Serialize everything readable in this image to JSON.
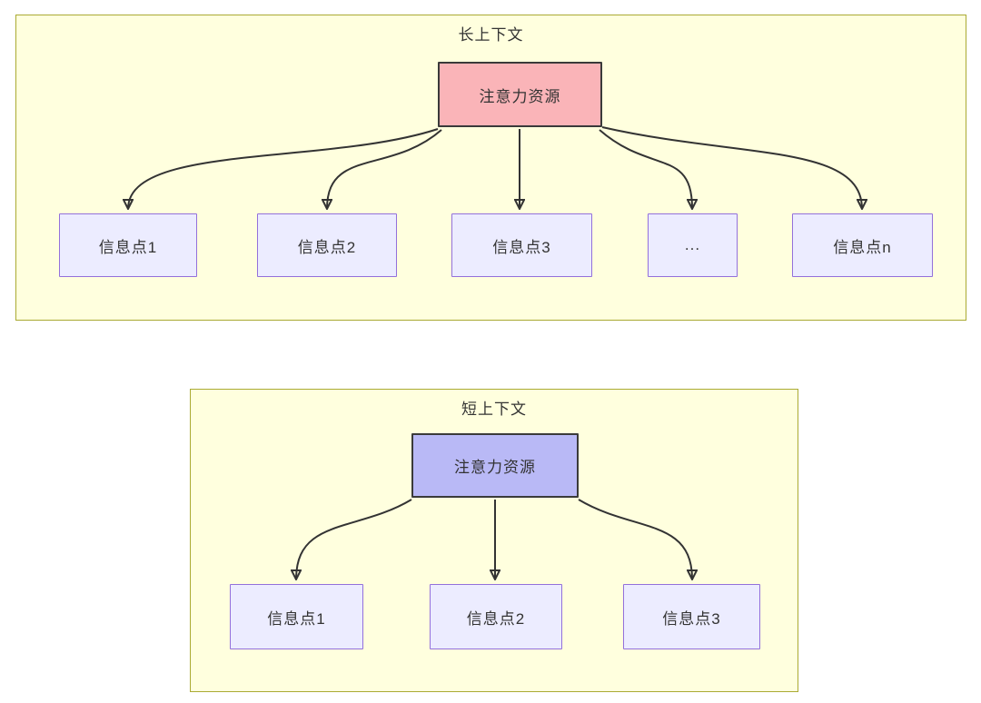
{
  "clusters": [
    {
      "title": "长上下文",
      "attention_label": "注意力资源",
      "nodes": [
        "信息点1",
        "信息点2",
        "信息点3",
        "...",
        "信息点n"
      ]
    },
    {
      "title": "短上下文",
      "attention_label": "注意力资源",
      "nodes": [
        "信息点1",
        "信息点2",
        "信息点3"
      ]
    }
  ],
  "colors": {
    "cluster_fill": "#ffffde",
    "cluster_border": "#aaaa33",
    "info_node_fill": "#ececff",
    "info_node_border": "#9370db",
    "attention_long_fill": "#fab4b8",
    "attention_short_fill": "#b9b9f6",
    "attention_border": "#3a3a3a",
    "edge_color": "#333333",
    "text_color": "#333333",
    "page_background": "#ffffff"
  }
}
